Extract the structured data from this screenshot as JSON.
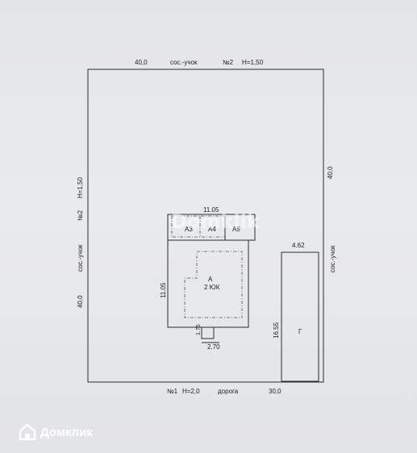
{
  "top_labels": {
    "length": "40,0",
    "neighbor": "сос.-учок",
    "lot": "№2",
    "height": "H=1,50"
  },
  "left_labels": {
    "length": "40,0",
    "neighbor": "сос.-учок",
    "lot": "№2",
    "height": "H=1,50"
  },
  "right_labels": {
    "length": "40,0",
    "neighbor": "сос.-учок"
  },
  "bottom_labels": {
    "lot": "№1",
    "height": "H=2,0",
    "road": "дорога",
    "length": "30,0"
  },
  "house": {
    "width": "11.05",
    "depth": "11.05",
    "rooms": [
      "А3",
      "А4",
      "А5"
    ],
    "name": "А",
    "type": "2 ЮК",
    "porch_depth": "1.75",
    "porch_width": "2.70"
  },
  "garage": {
    "width": "4.62",
    "length": "16.55",
    "name": "Г"
  },
  "watermark": "Domklik",
  "logo": {
    "text": "Домклик",
    "icon": "house-logo-icon"
  }
}
